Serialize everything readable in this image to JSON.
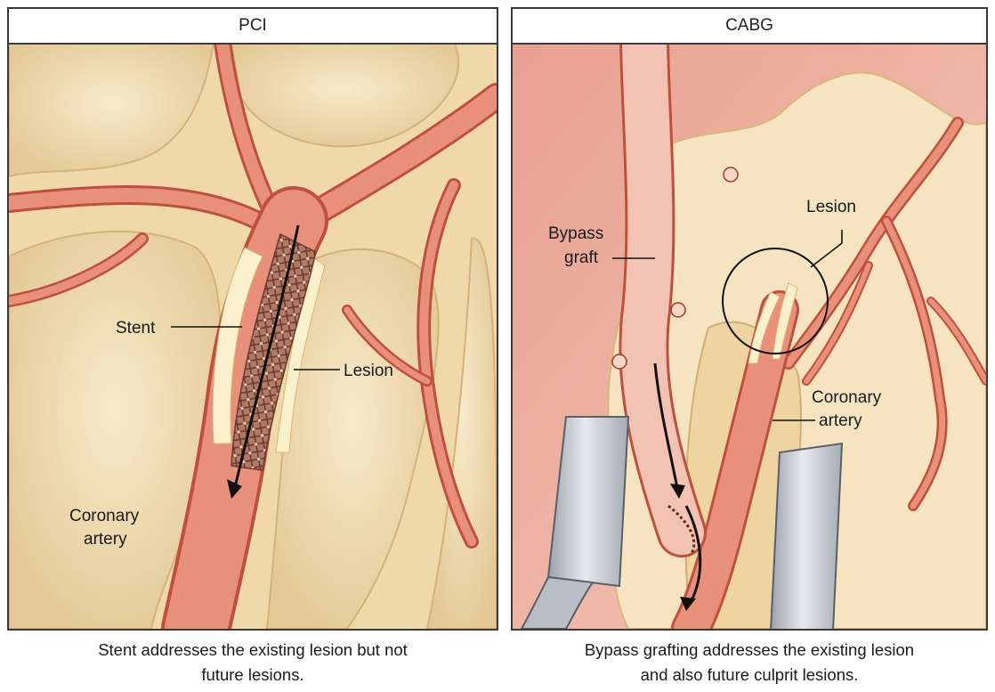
{
  "panels": {
    "pci": {
      "title": "PCI",
      "labels": {
        "stent": "Stent",
        "lesion": "Lesion",
        "coronary_artery_1": "Coronary",
        "coronary_artery_2": "artery"
      },
      "caption_line1": "Stent addresses the existing lesion but not",
      "caption_line2": "future lesions."
    },
    "cabg": {
      "title": "CABG",
      "labels": {
        "bypass_graft_1": "Bypass",
        "bypass_graft_2": "graft",
        "lesion": "Lesion",
        "coronary_artery_1": "Coronary",
        "coronary_artery_2": "artery"
      },
      "caption_line1": "Bypass grafting addresses the existing lesion",
      "caption_line2": "and also future culprit lesions."
    }
  },
  "colors": {
    "tissue": "#f1dfb5",
    "vessel": "#e8907a",
    "vessel_outline": "#c0503e",
    "stent": "#9a6a5a",
    "plaque": "#fbf0cc",
    "clamp": "#c8ccd2",
    "muscle": "#e9a595"
  }
}
